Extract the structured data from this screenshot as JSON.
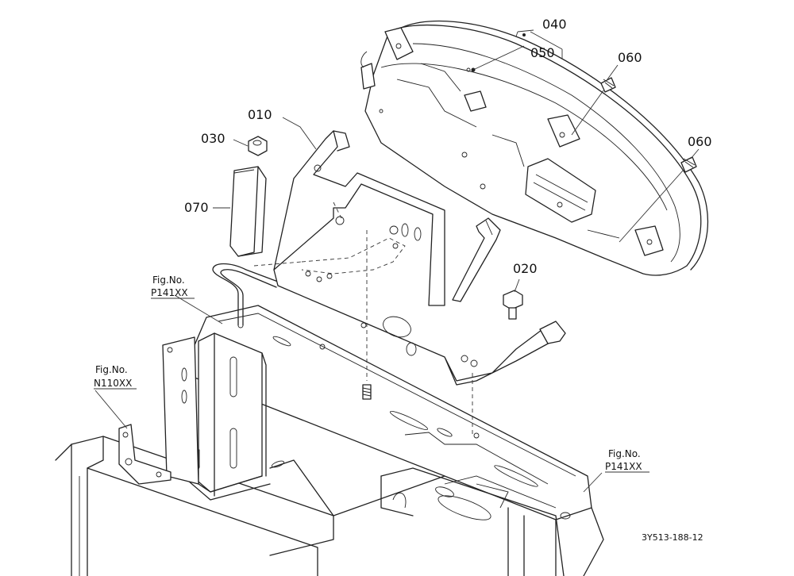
{
  "labels": {
    "p040": "040",
    "p050": "050",
    "p060a": "060",
    "p060b": "060",
    "p010": "010",
    "p030": "030",
    "p070": "070",
    "p020": "020"
  },
  "refs": {
    "r1_title": "Fig.No.",
    "r1_code": "P141XX",
    "r2_title": "Fig.No.",
    "r2_code": "N110XX",
    "r3_title": "Fig.No.",
    "r3_code": "P141XX"
  },
  "drawing_code": "3Y513-188-12"
}
